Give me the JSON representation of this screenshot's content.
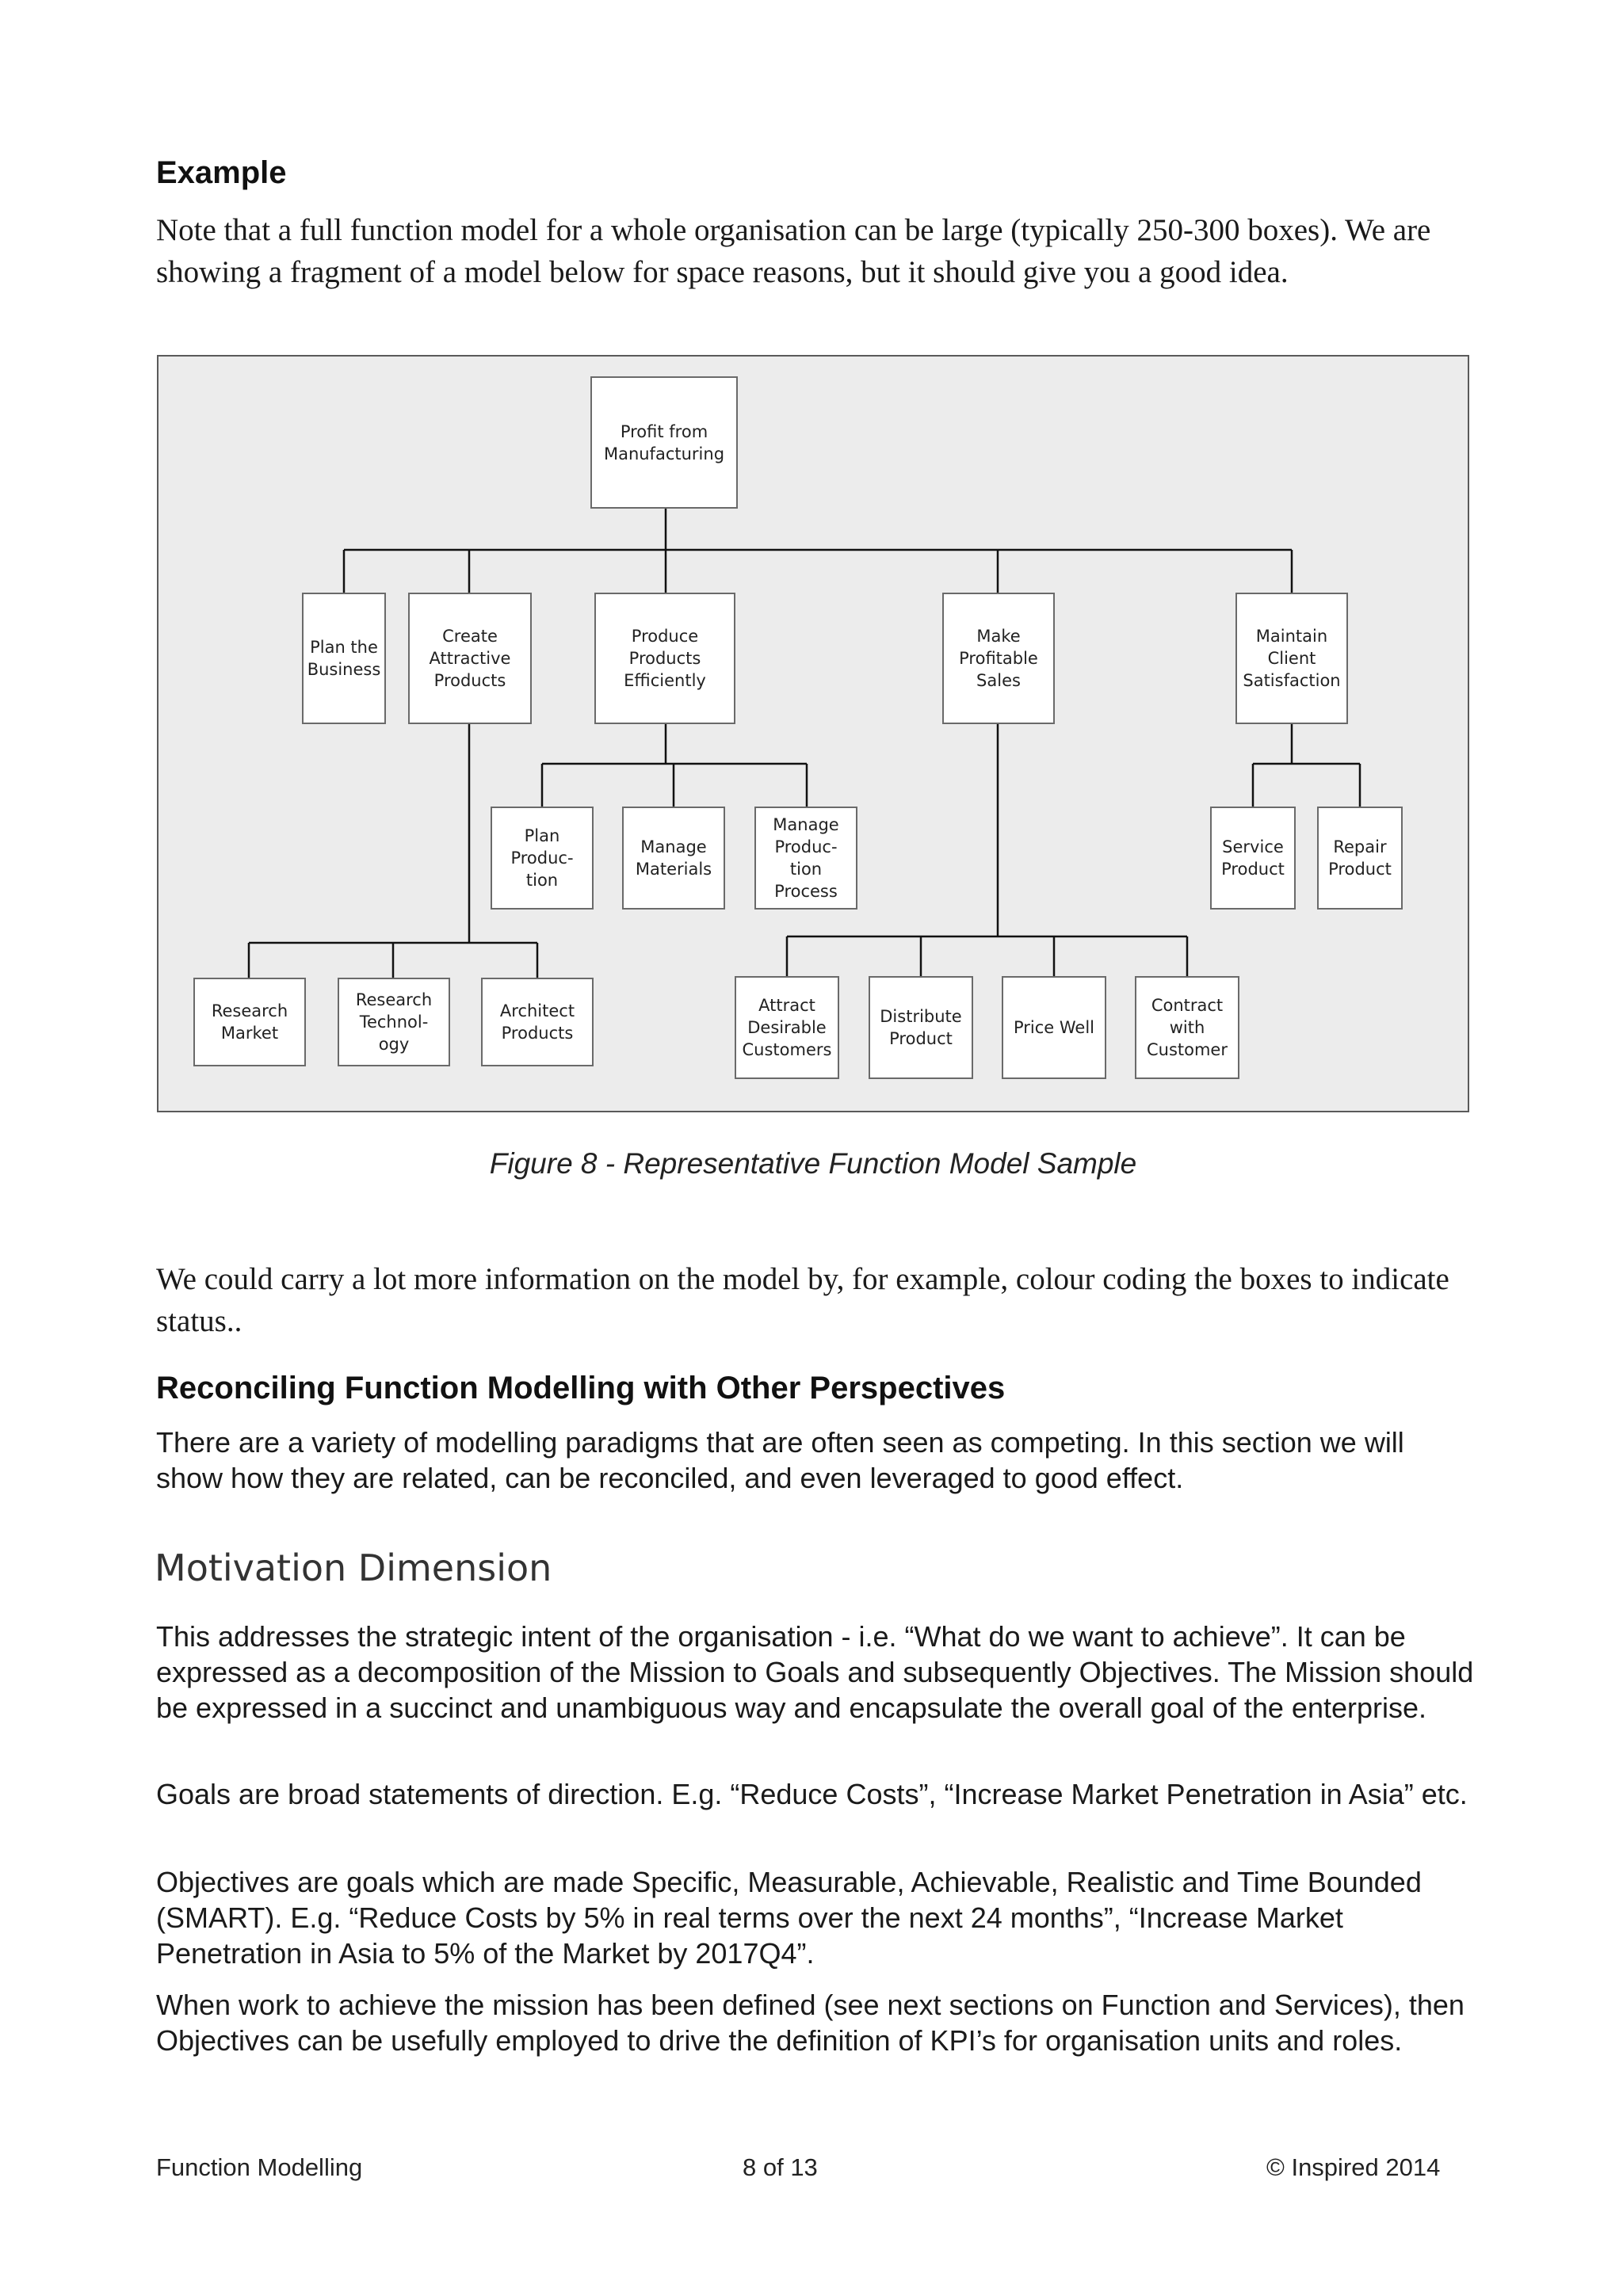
{
  "example": {
    "heading": "Example",
    "intro": "Note that a full function model for a whole organisation can be large (typically 250-300 boxes). We are showing a fragment of a model below for space reasons, but it should give you a good idea."
  },
  "diagram": {
    "nodes": {
      "root": "Profit from\nManufacturing",
      "plan_business": "Plan the\nBusiness",
      "create_products": "Create\nAttractive\nProducts",
      "produce_products": "Produce\nProducts\nEfficiently",
      "make_sales": "Make\nProfitable\nSales",
      "maintain_client": "Maintain\nClient\nSatisfaction",
      "plan_production": "Plan\nProduc-\ntion",
      "manage_materials": "Manage\nMaterials",
      "manage_process": "Manage\nProduc-\ntion\nProcess",
      "service_product": "Service\nProduct",
      "repair_product": "Repair\nProduct",
      "research_market": "Research\nMarket",
      "research_technology": "Research\nTechnol-\nogy",
      "architect_products": "Architect\nProducts",
      "attract_customers": "Attract\nDesirable\nCustomers",
      "distribute_product": "Distribute\nProduct",
      "price_well": "Price Well",
      "contract_customer": "Contract\nwith\nCustomer"
    },
    "caption": "Figure 8 - Representative Function Model Sample"
  },
  "after_figure": "We could carry a lot more information on the model by, for example, colour coding the boxes to indicate status..",
  "reconciling": {
    "heading": "Reconciling Function Modelling with Other Perspectives",
    "body": "There are a variety of modelling paradigms that are often seen as competing. In this section we will show how they are related, can be reconciled, and even leveraged to good effect."
  },
  "motivation": {
    "heading": "Motivation Dimension",
    "p1": "This addresses the strategic intent of the organisation - i.e. “What do we want to achieve”. It can be expressed as a decomposition of the Mission to Goals and subsequently Objectives. The Mission should be expressed in a succinct and unambiguous way and encapsulate the overall goal of the enterprise.",
    "p2": "Goals are broad statements of direction. E.g. “Reduce Costs”, “Increase Market Penetration in Asia” etc.",
    "p3": "Objectives are goals which are made Specific, Measurable, Achievable, Realistic and Time Bounded (SMART). E.g. “Reduce Costs by 5% in real terms over the next 24 months”, “Increase Market Penetration in Asia to 5% of the Market by 2017Q4”.",
    "p4": "When work to achieve the mission has been defined (see next sections on Function and Services), then Objectives can be usefully employed to drive the definition of KPI’s for organisation units and roles."
  },
  "footer": {
    "left": "Function Modelling",
    "center": "8 of 13",
    "right": "©  Inspired 2014"
  }
}
